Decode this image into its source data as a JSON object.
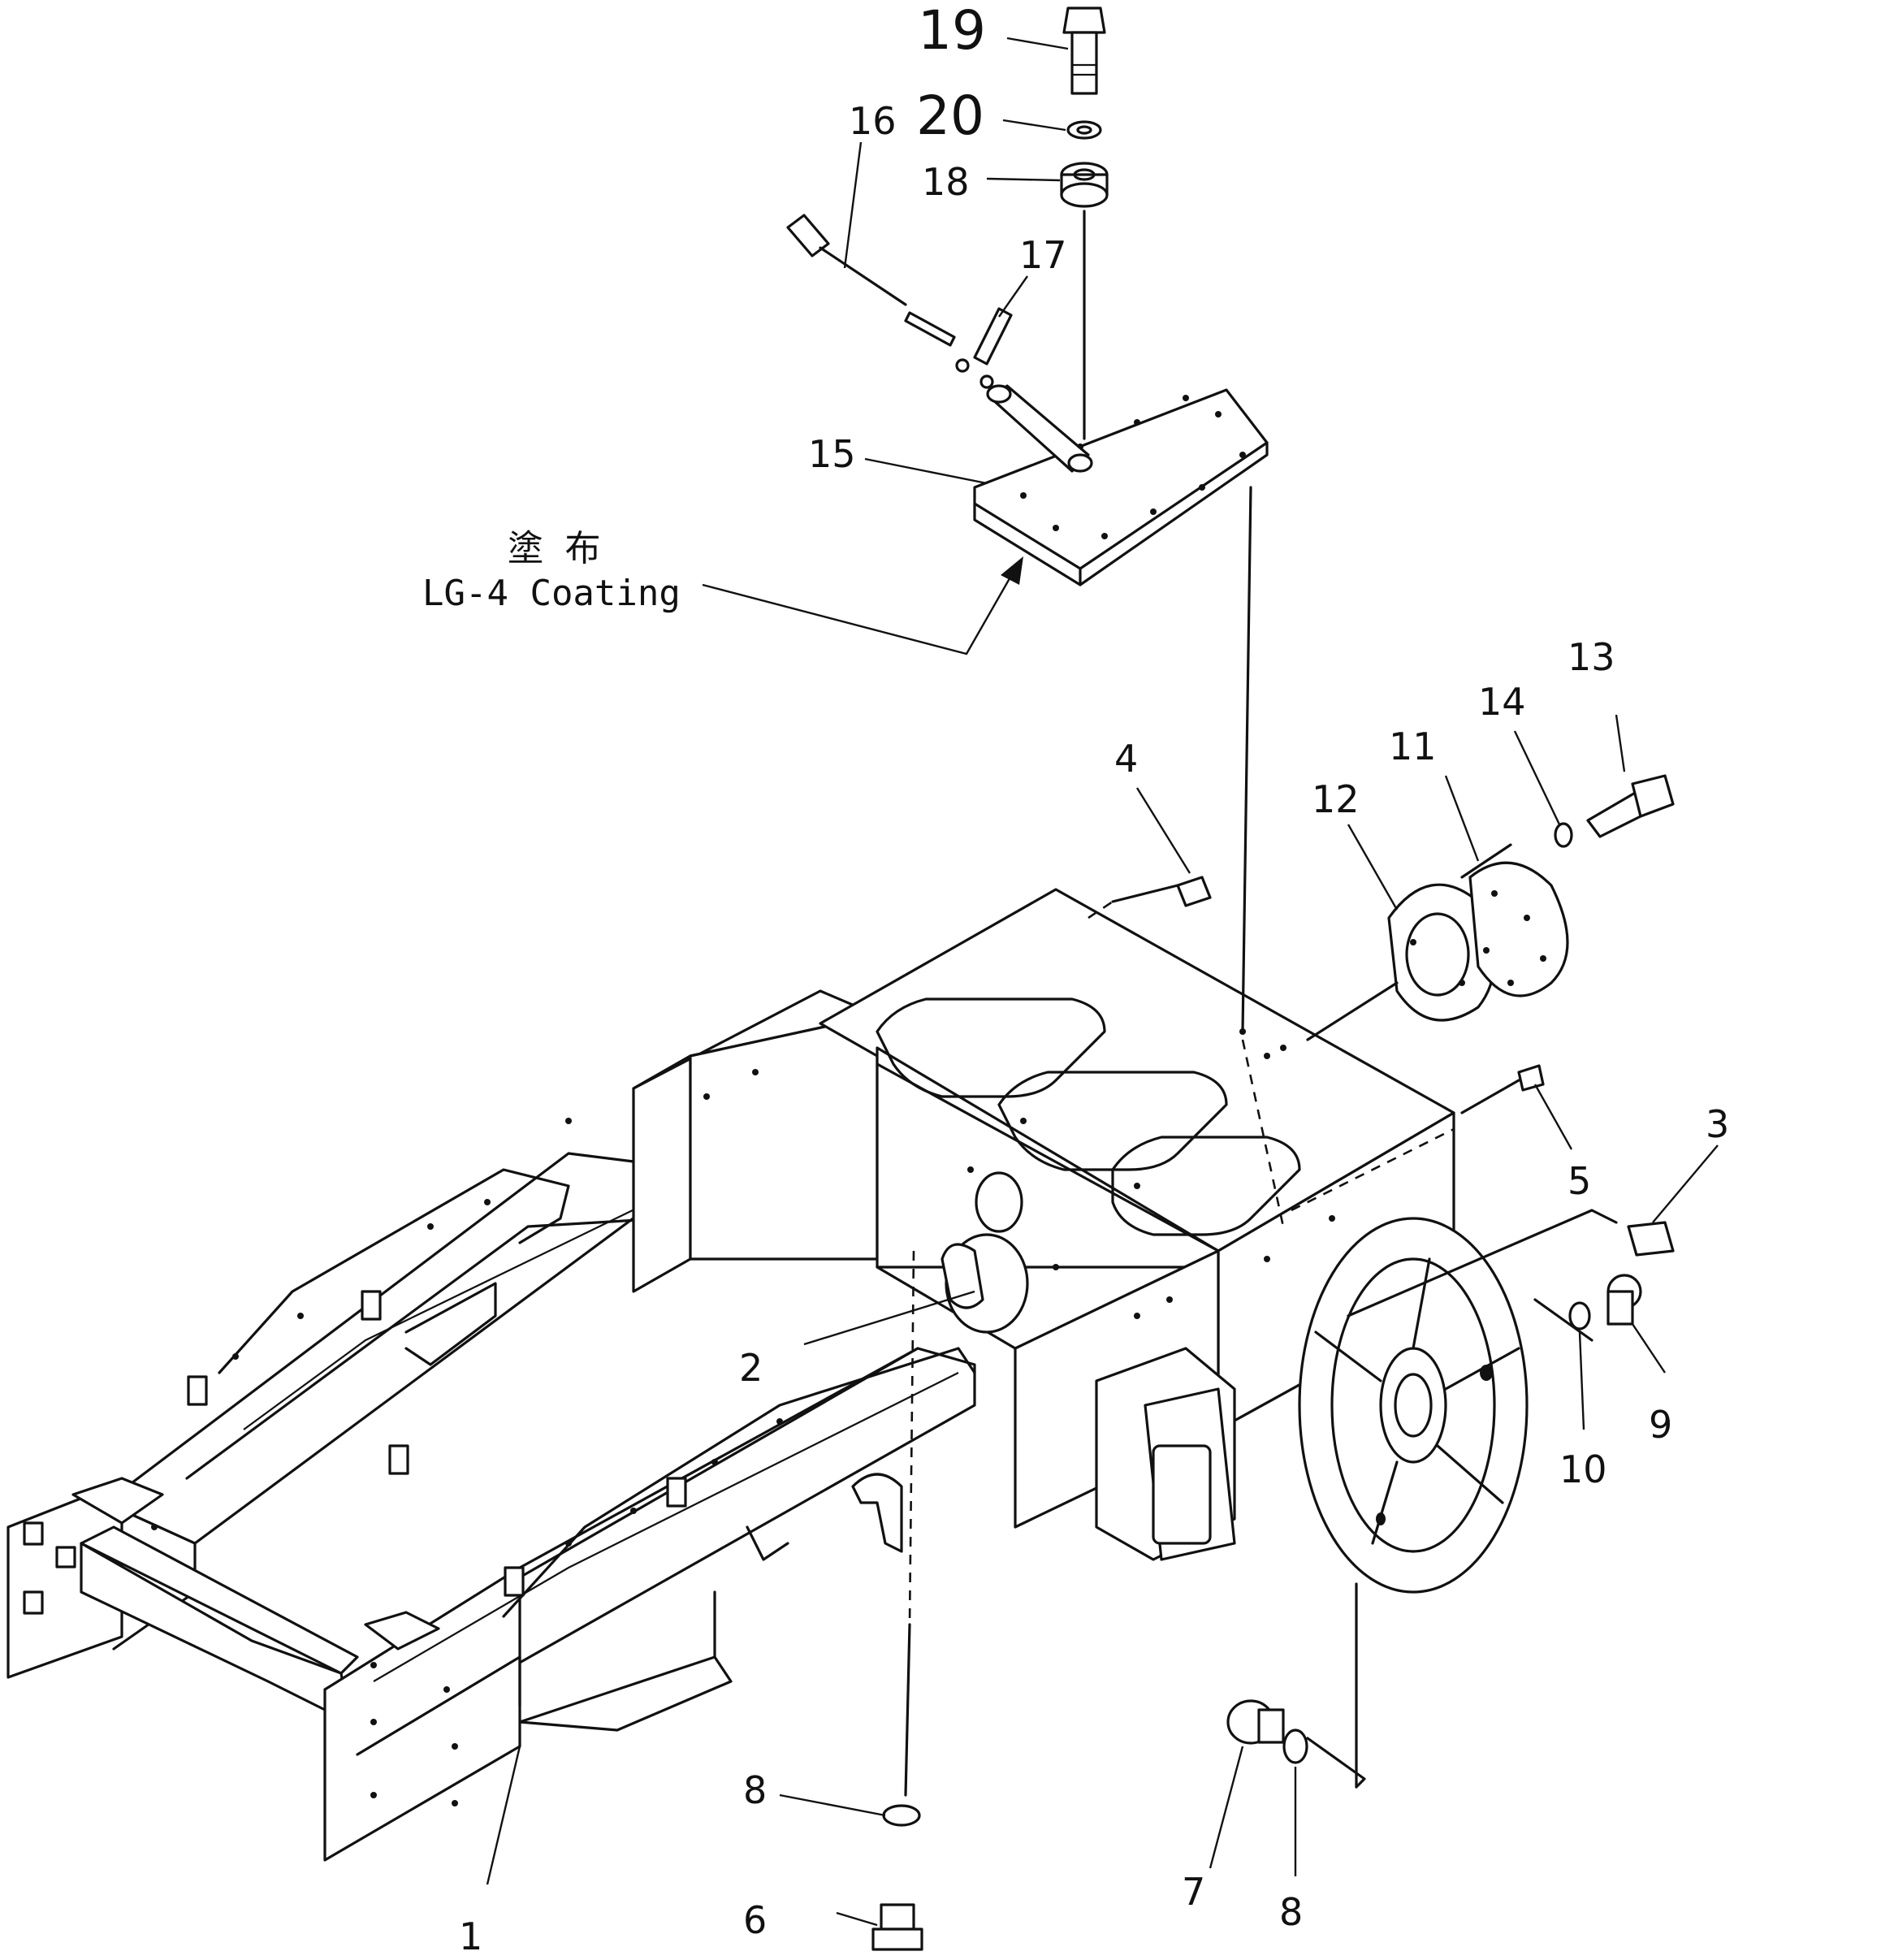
{
  "note": {
    "japanese": "塗 布",
    "english": "LG-4 Coating"
  },
  "callouts": {
    "c1": "1",
    "c2": "2",
    "c3": "3",
    "c4": "4",
    "c5": "5",
    "c6": "6",
    "c7": "7",
    "c8a": "8",
    "c8b": "8",
    "c9": "9",
    "c10": "10",
    "c11": "11",
    "c12": "12",
    "c13": "13",
    "c14": "14",
    "c15": "15",
    "c16": "16",
    "c17": "17",
    "c18": "18",
    "c19": "19",
    "c20": "20"
  }
}
